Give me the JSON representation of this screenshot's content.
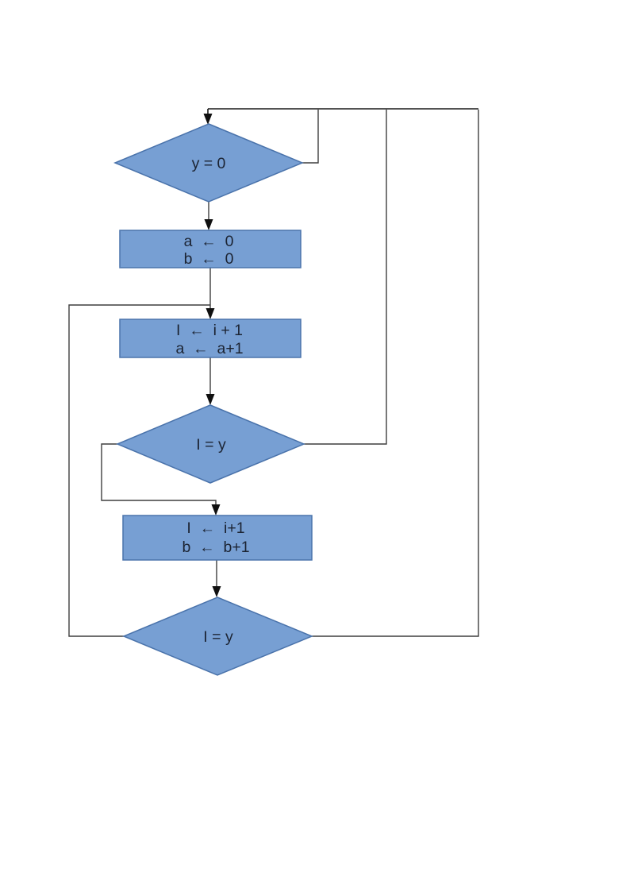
{
  "diagram": {
    "kind": "flowchart",
    "colors": {
      "shape_fill": "#779fd3",
      "shape_border": "#4a73ab",
      "connector": "#3f3f3f",
      "arrowhead": "#101010",
      "text": "#1c2433",
      "page_background": "#ffffff"
    },
    "nodes": [
      {
        "id": "decision-y-eq-0",
        "shape": "diamond",
        "label": "y = 0"
      },
      {
        "id": "process-init",
        "shape": "rect",
        "lines": [
          "a  ←  0",
          "b  ←  0"
        ]
      },
      {
        "id": "process-incr-i-a",
        "shape": "rect",
        "lines": [
          "I  ←  i + 1",
          "a  ←  a+1"
        ]
      },
      {
        "id": "decision-i-eq-y-1",
        "shape": "diamond",
        "label": "I = y"
      },
      {
        "id": "process-incr-i-b",
        "shape": "rect",
        "lines": [
          "I  ←  i+1",
          "b  ←  b+1"
        ]
      },
      {
        "id": "decision-i-eq-y-2",
        "shape": "diamond",
        "label": "I = y"
      }
    ]
  }
}
